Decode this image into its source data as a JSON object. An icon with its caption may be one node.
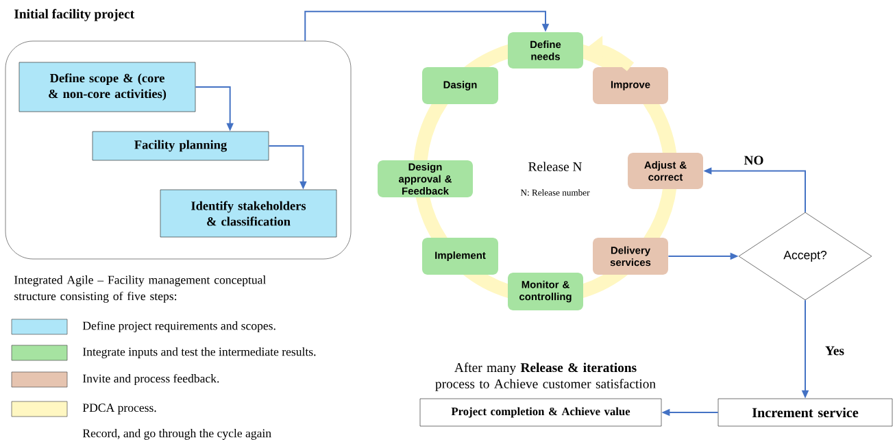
{
  "diagram": {
    "nodes": [
      {
        "text": [
          "Initial facility project"
        ]
      },
      {
        "text": [
          "Define scope & (core & non-core activities)"
        ],
        "in": 0
      },
      {
        "text": [
          "Facility planning"
        ],
        "in": 0
      },
      {
        "text": [
          "Identify stakeholders & classification"
        ],
        "in": 0
      },
      {
        "text": [
          "Define needs"
        ]
      },
      {
        "text": [
          "Dasign"
        ]
      },
      {
        "text": [
          "Improve"
        ]
      },
      {
        "text": [
          "Design approval & Feedback"
        ]
      },
      {
        "text": [
          "Adjust & correct"
        ]
      },
      {
        "text": [
          "Implement"
        ]
      },
      {
        "text": [
          "Delivery services"
        ]
      },
      {
        "text": [
          "Monitor & controlling"
        ]
      },
      {
        "text": [
          "Accept?"
        ]
      },
      {
        "text": [
          "Increment service"
        ]
      },
      {
        "text": [
          "Project completion & Achieve value"
        ]
      }
    ],
    "edges": [
      {
        "from": 1,
        "to": 2,
        "arrow": "to"
      },
      {
        "from": 2,
        "to": 3,
        "arrow": "to"
      },
      {
        "from": 0,
        "to": 4,
        "arrow": "to"
      },
      {
        "from": 10,
        "to": 12,
        "arrow": "to"
      },
      {
        "from": 12,
        "to": 8,
        "arrow": "to",
        "label": "NO"
      },
      {
        "from": 12,
        "to": 13,
        "arrow": "to",
        "label": "Yes"
      },
      {
        "from": 13,
        "to": 14,
        "arrow": "to"
      },
      {
        "from": 6,
        "to": 4,
        "arrow": "to",
        "style": "thick",
        "color": "#fff7c2"
      }
    ],
    "labels": [
      "Release N",
      "N: Release number",
      "Integrated Agile – Facility management conceptual structure consisting of five steps:",
      "After many **Release & iterations** process to Achieve customer satisfaction",
      "Record, and go through the cycle again"
    ],
    "legend": [
      {
        "text": "Define project requirements and scopes.",
        "color": "#aee6f8"
      },
      {
        "text": "Integrate inputs and test the intermediate results.",
        "color": "#a6e3a1"
      },
      {
        "text": "Invite and process feedback.",
        "color": "#e6c4b0"
      },
      {
        "text": "PDCA process.",
        "color": "#fff7c2"
      }
    ]
  }
}
